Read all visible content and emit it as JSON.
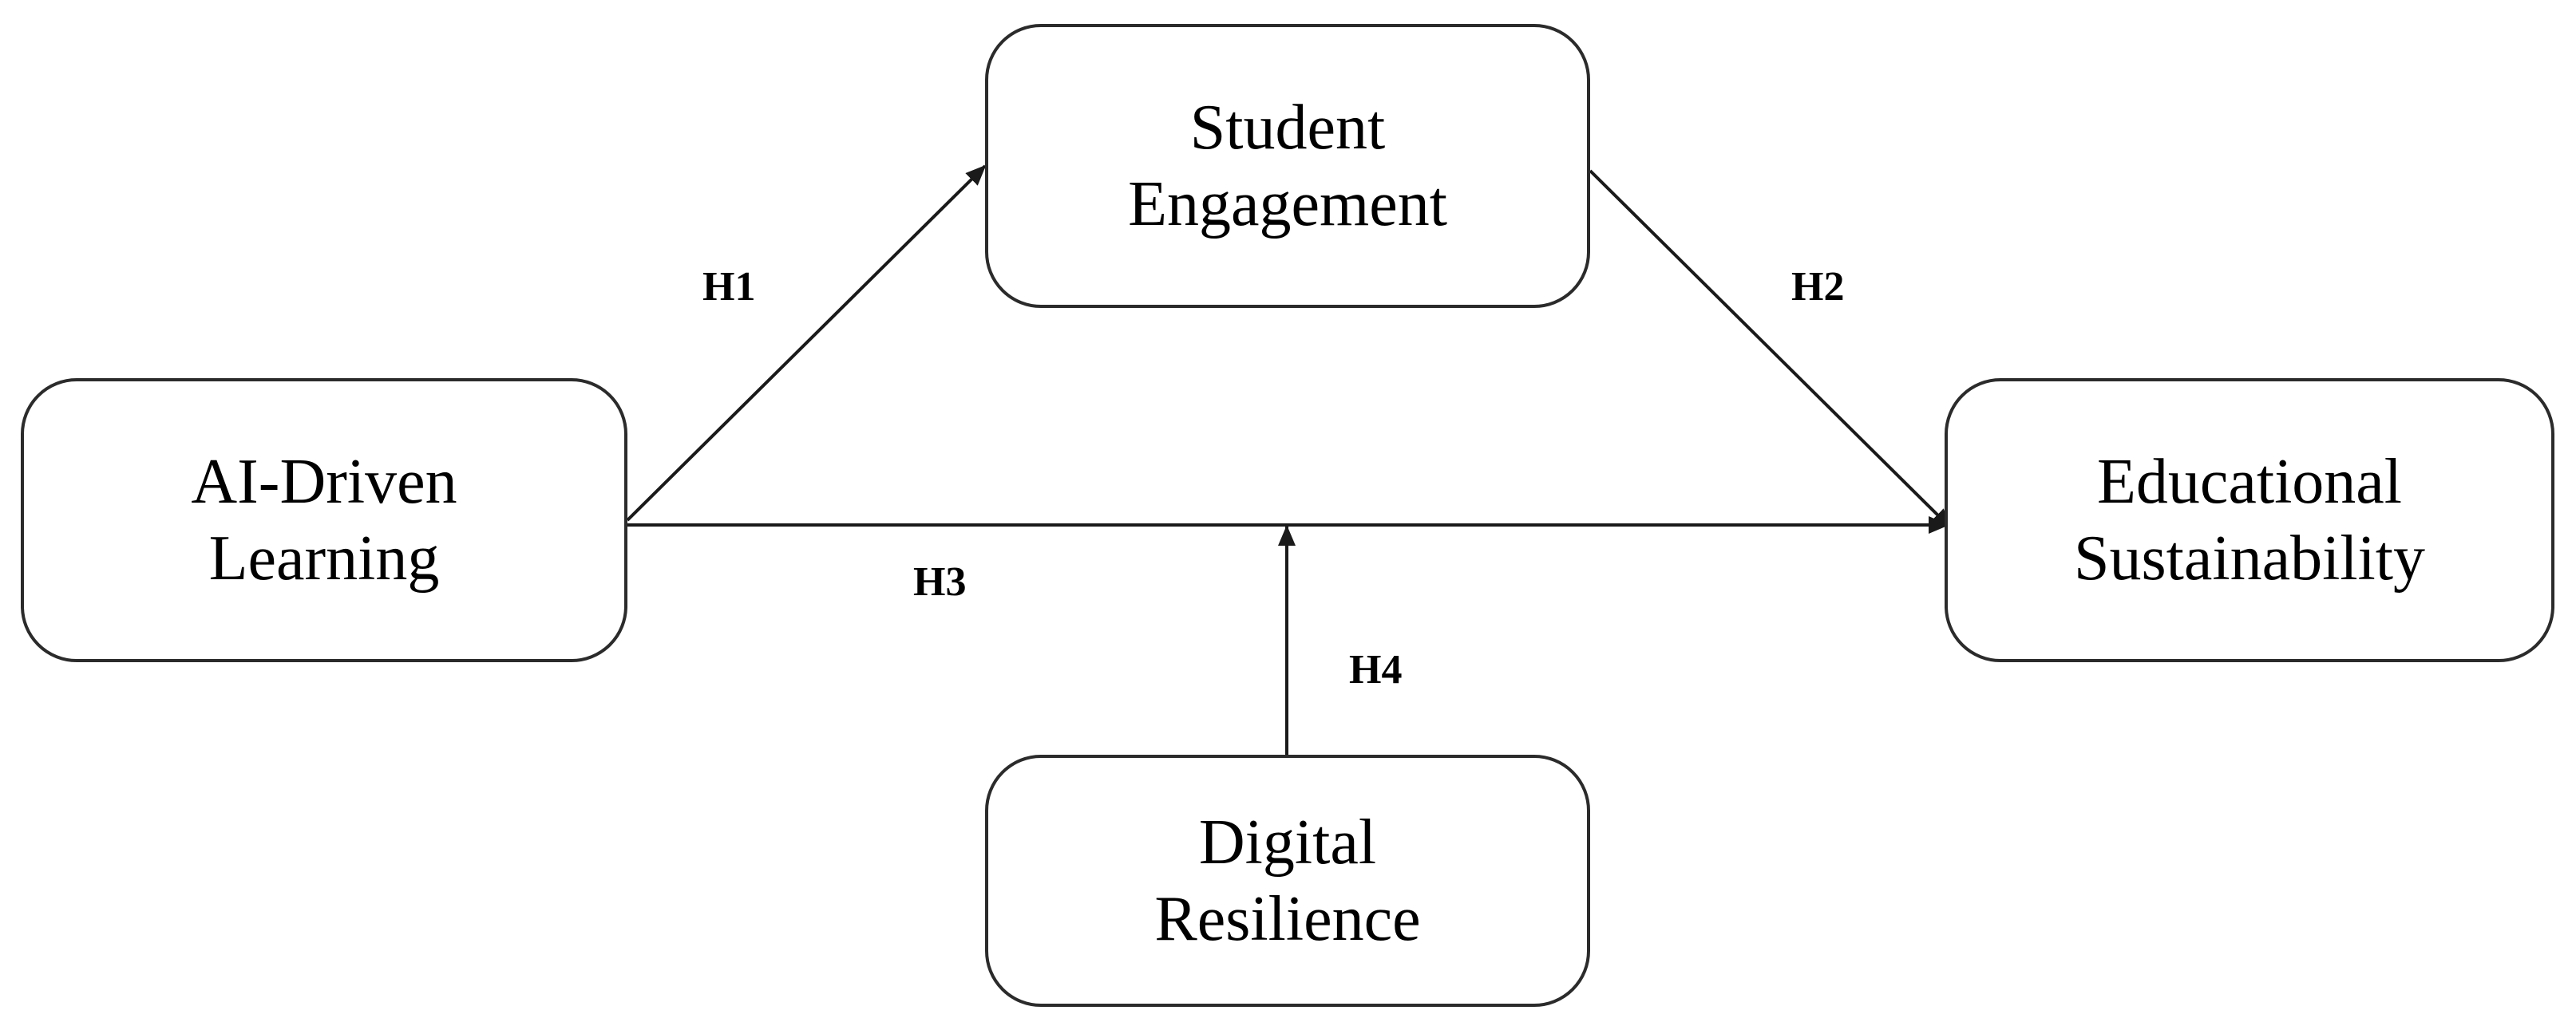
{
  "nodes": {
    "ai_driven_learning": {
      "line1": "AI-Driven",
      "line2": "Learning"
    },
    "student_engagement": {
      "line1": "Student",
      "line2": "Engagement"
    },
    "educational_sustainability": {
      "line1": "Educational",
      "line2": "Sustainability"
    },
    "digital_resilience": {
      "line1": "Digital",
      "line2": "Resilience"
    }
  },
  "hypotheses": {
    "h1": "H1",
    "h2": "H2",
    "h3": "H3",
    "h4": "H4"
  },
  "colors": {
    "stroke": "#1a1a1a",
    "background": "#ffffff",
    "text": "#000000"
  }
}
